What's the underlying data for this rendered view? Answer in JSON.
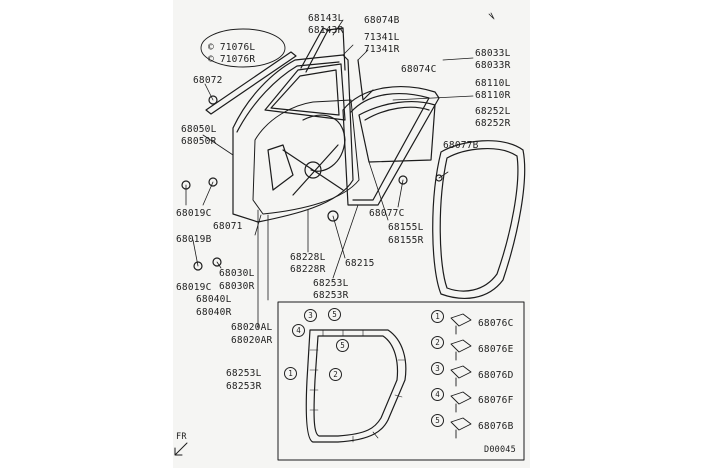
{
  "diagram": {
    "title_note": "",
    "labels": {
      "p71076": [
        "© 71076L",
        "© 71076R"
      ],
      "p68072": "68072",
      "p68050": [
        "68050L",
        "68050R"
      ],
      "p68019c_top": "68019C",
      "p68071": "68071",
      "p68019b": "68019B",
      "p68019c_bot": "68019C",
      "p68030": [
        "68030L",
        "68030R"
      ],
      "p68040": [
        "68040L",
        "68040R"
      ],
      "p68020": [
        "68020AL",
        "68020AR"
      ],
      "p68143": [
        "68143L",
        "68143R"
      ],
      "p68074b": "68074B",
      "p71341": [
        "71341L",
        "71341R"
      ],
      "p68074c": "68074C",
      "p68033": [
        "68033L",
        "68033R"
      ],
      "p68110": [
        "68110L",
        "68110R"
      ],
      "p68252": [
        "68252L",
        "68252R"
      ],
      "p68077b": "68077B",
      "p68077c": "68077C",
      "p68155": [
        "68155L",
        "68155R"
      ],
      "p68228": [
        "68228L",
        "68228R"
      ],
      "p68215": "68215",
      "p68253_top": [
        "68253L",
        "68253R"
      ],
      "p68253_inset": [
        "68253L",
        "68253R"
      ],
      "clips": [
        "68076C",
        "68076E",
        "68076D",
        "68076F",
        "68076B"
      ],
      "inset_nums": [
        "1",
        "2",
        "3",
        "4",
        "5"
      ],
      "clip_nums": [
        "1",
        "2",
        "3",
        "4",
        "5"
      ],
      "fr": "FR",
      "code": "D00045"
    }
  }
}
